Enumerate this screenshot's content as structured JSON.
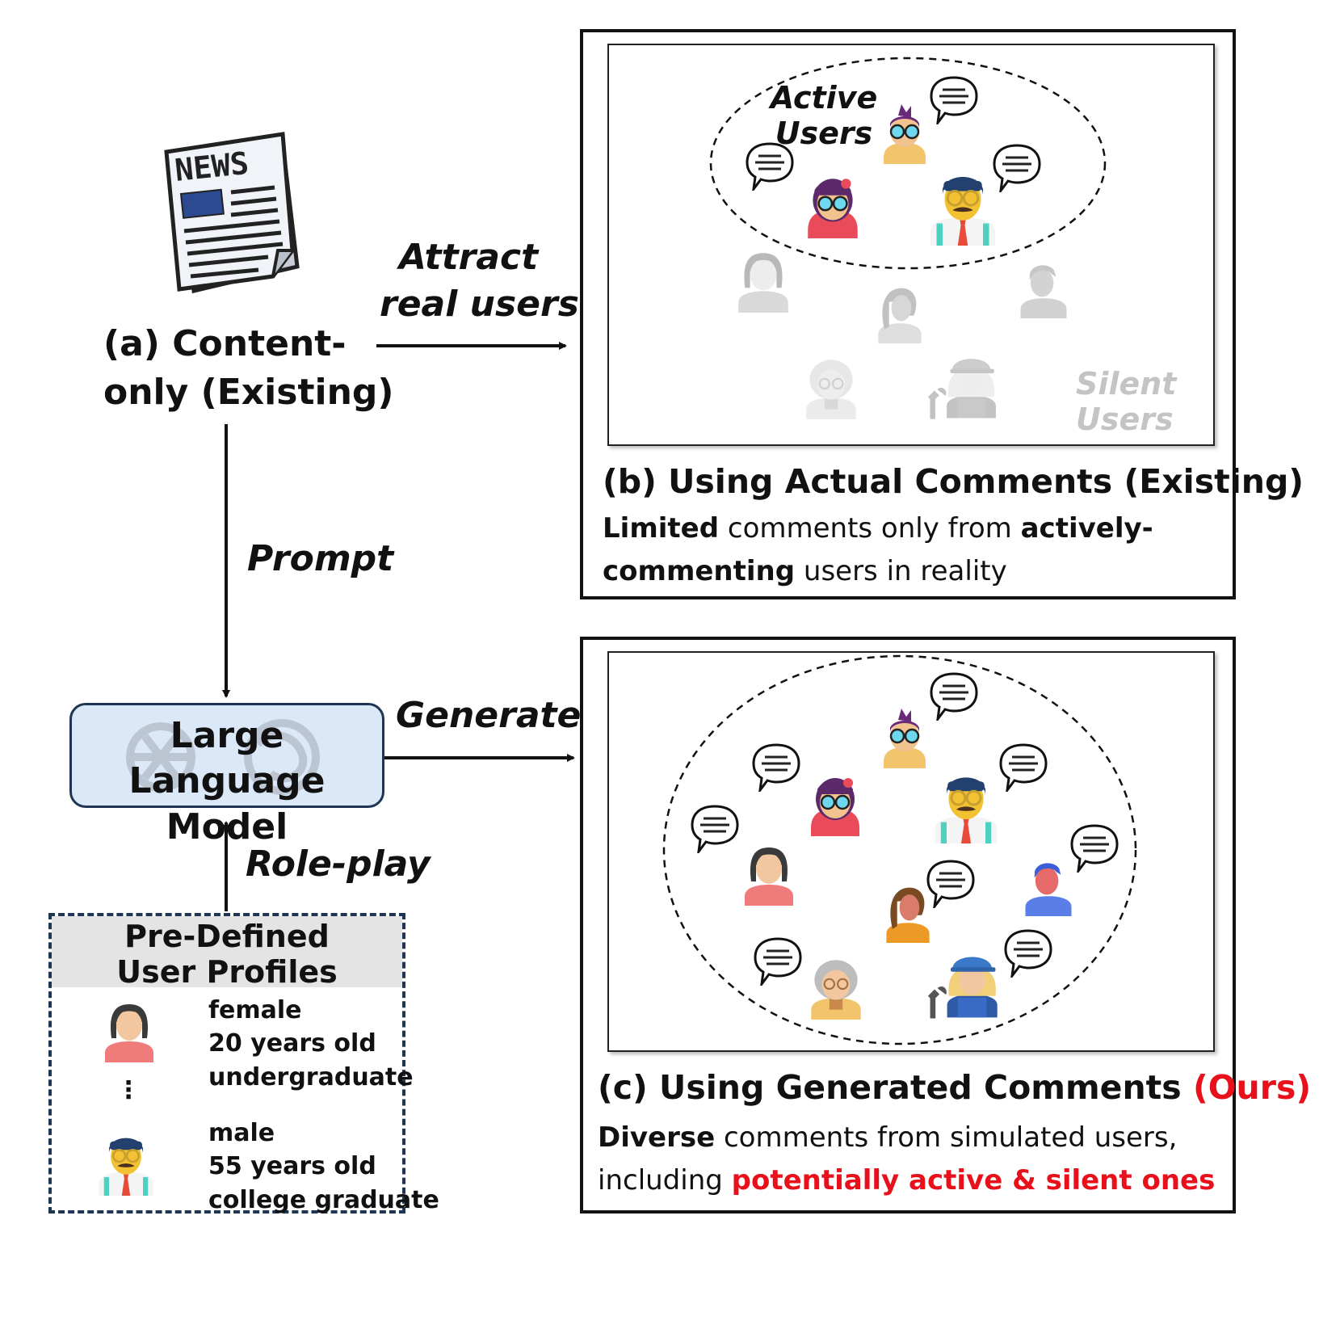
{
  "news": {
    "label": "NEWS"
  },
  "content_only": {
    "line1": "(a) Content-",
    "line2": "only (Existing)"
  },
  "arrows": {
    "attract_line1": "Attract",
    "attract_line2": "real users",
    "prompt": "Prompt",
    "generate": "Generate",
    "roleplay": "Role-play"
  },
  "llm": {
    "line1": "Large Language",
    "line2": "Model"
  },
  "panel_b": {
    "active_line1": "Active",
    "active_line2": "Users",
    "silent_line1": "Silent",
    "silent_line2": "Users",
    "title": "(b) Using Actual Comments (Existing)",
    "desc_bold1": "Limited",
    "desc_text1": " comments only from ",
    "desc_bold2": "actively-",
    "desc_bold3": "commenting",
    "desc_text2": " users in reality"
  },
  "panel_c": {
    "title_main": "(c) Using Generated Comments ",
    "title_ours": "(Ours)",
    "desc_bold1": "Diverse",
    "desc_text1": " comments from simulated users,",
    "desc_text2": "including ",
    "desc_red": "potentially active & silent ones"
  },
  "profiles": {
    "header_line1": "Pre-Defined",
    "header_line2": "User Profiles",
    "ellipsis": "⋮",
    "p1": {
      "gender": "female",
      "age": "20 years old",
      "edu": "undergraduate"
    },
    "p2": {
      "gender": "male",
      "age": "55 years old",
      "edu": "college graduate"
    }
  },
  "colors": {
    "llm_fill": "#dbe8f7",
    "llm_border": "#1f3554",
    "accent_red": "#e8101a",
    "silent_gray": "#c4c4c4",
    "profile_header": "#e4e4e4"
  }
}
